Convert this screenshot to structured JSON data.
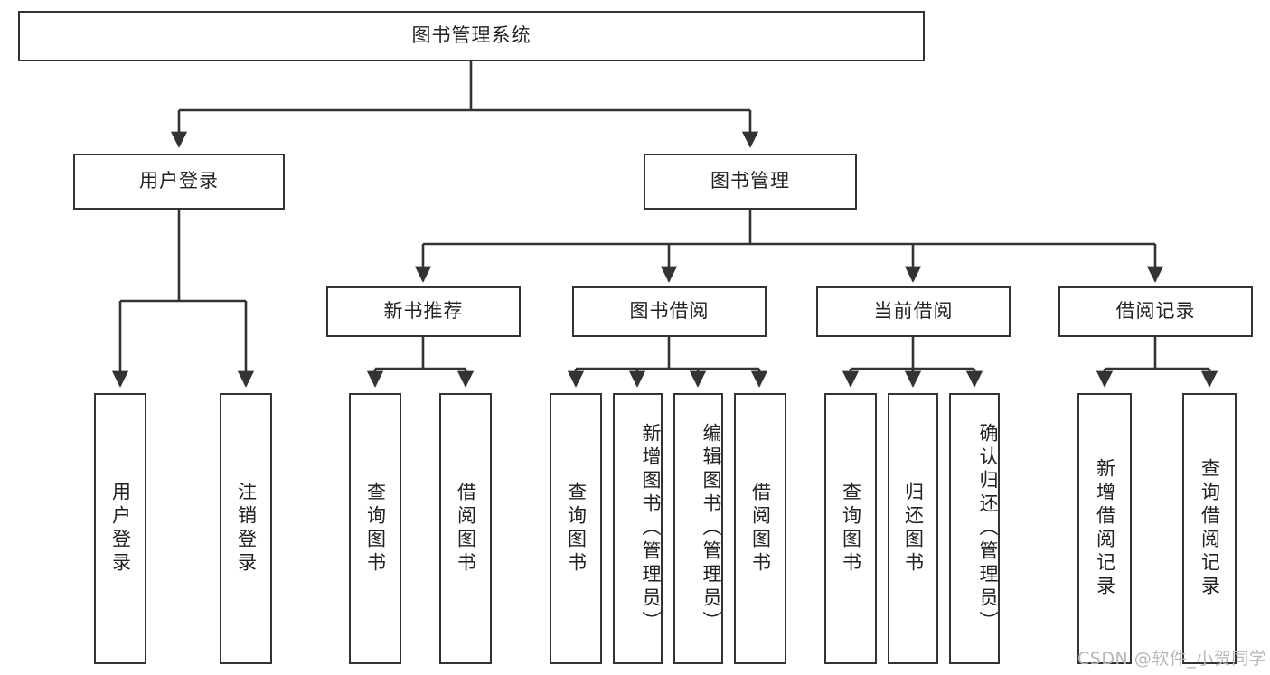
{
  "diagram": {
    "title": "图书管理系统",
    "type": "功能结构图",
    "root": {
      "label": "图书管理系统"
    },
    "level2": [
      {
        "label": "用户登录"
      },
      {
        "label": "图书管理"
      }
    ],
    "level3": [
      {
        "label": "新书推荐"
      },
      {
        "label": "图书借阅"
      },
      {
        "label": "当前借阅"
      },
      {
        "label": "借阅记录"
      }
    ],
    "leaves": {
      "user_login": [
        {
          "label": "用户登录"
        },
        {
          "label": "注销登录"
        }
      ],
      "new_book_recommend": [
        {
          "label": "查询图书"
        },
        {
          "label": "借阅图书"
        }
      ],
      "book_borrow": [
        {
          "label": "查询图书"
        },
        {
          "label": "新增图书（管理员）"
        },
        {
          "label": "编辑图书（管理员）"
        },
        {
          "label": "借阅图书"
        }
      ],
      "current_borrow": [
        {
          "label": "查询图书"
        },
        {
          "label": "归还图书"
        },
        {
          "label": "确认归还（管理员）"
        }
      ],
      "borrow_record": [
        {
          "label": "新增借阅记录"
        },
        {
          "label": "查询借阅记录"
        }
      ]
    }
  },
  "watermark": {
    "text": "CSDN @软件_小贺同学"
  },
  "colors": {
    "border": "#333333",
    "background": "#ffffff",
    "text": "#222222",
    "watermark": "#b8b8b8"
  }
}
